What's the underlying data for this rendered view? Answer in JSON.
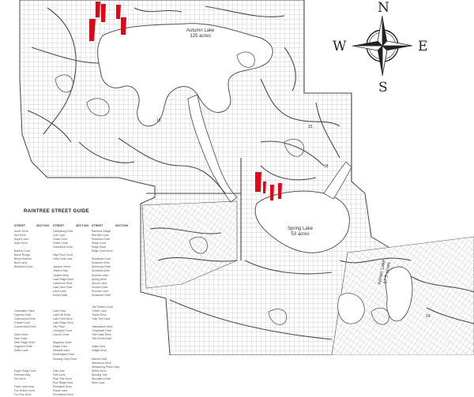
{
  "compass": {
    "north": "N",
    "south": "S",
    "east": "E",
    "west": "W"
  },
  "lakes": {
    "autumn": {
      "name": "Autumn Lake",
      "area": "125 acres"
    },
    "spring": {
      "name": "Spring Lake",
      "area": "53 acres"
    },
    "winter": {
      "name": "Winter Lake",
      "area": "17.5 acres"
    }
  },
  "section_numbers": [
    "15",
    "16",
    "18",
    "24"
  ],
  "street_guide": {
    "title": "RAINTREE STREET GUIDE",
    "column_headers": [
      "STREET",
      "SECTION",
      "STREET",
      "SECTION",
      "STREET",
      "SECTION"
    ],
    "columns": [
      [
        "Acorn Drive",
        "Ash Drive",
        "Aspen Lane",
        "Aster Drive",
        "",
        "Bakers Court",
        "Baton Rouge",
        "Beech Avenue",
        "Birch Lane",
        "Blackbird Court",
        "",
        "",
        "",
        "",
        "",
        "",
        "",
        "",
        "",
        "",
        "Clearwater Place",
        "Cypress Drive",
        "Cottonwood Drive",
        "Crystal Court",
        "Cumberland Drive",
        "",
        "Dawn Drive",
        "Deer Road",
        "Deer Ridge Drive",
        "Dogwood Drive",
        "Duffer Lane",
        "",
        "",
        "",
        "",
        "Eagle Ridge Drive",
        "Emerald Way",
        "Elm Drive",
        "",
        "Field Crest Drive",
        "Fox Hollow Court",
        "Fox Run Drive"
      ],
      [
        "",
        "",
        "",
        "",
        "",
        "",
        "",
        "",
        "",
        "",
        "",
        "",
        "",
        "",
        "",
        "",
        "",
        "",
        "",
        "",
        "",
        "",
        "",
        "",
        "",
        "",
        "",
        "",
        "",
        "",
        "",
        "",
        "",
        "",
        "",
        "",
        "",
        "",
        "",
        "",
        "",
        ""
      ],
      [
        "Gettysburg Drive",
        "Golf Court",
        "Grass Court",
        "Green Circle",
        "Greenbriar Drive",
        "",
        "High Point Court",
        "Holly Knoll Lane",
        "",
        "Jackson Street",
        "Jesse's Way",
        "Juniper Drive",
        "Lake Ridge Drive",
        "Lakeshore Drive",
        "Lake View Drive",
        "Larch Lane",
        "Kelsy's Way",
        "",
        "",
        "",
        "Lake Drive",
        "Lake Hill Road",
        "Lake Point Drive",
        "Lake Ridge Drive",
        "Lilly Place",
        "Lexington Court",
        "Lincoln Circle",
        "",
        "Magnolia Circle",
        "Maple Drive",
        "Meadow Lane",
        "Mockingbird Drive",
        "Morning Glory Drive",
        "",
        "",
        "Oak Lane",
        "Park Lane",
        "Pear Tree Drive",
        "Pine Ridge Drive",
        "Plantation Drive",
        "Poplar Lane",
        "Providence Drive"
      ],
      [
        "",
        "",
        "",
        "",
        "",
        "",
        "",
        "",
        "",
        "",
        "",
        "",
        "",
        "",
        "",
        "",
        "",
        "",
        "",
        "",
        "",
        "",
        "",
        "",
        "",
        "",
        "",
        "",
        "",
        "",
        "",
        "",
        "",
        "",
        "",
        "",
        "",
        "",
        "",
        "",
        "",
        ""
      ],
      [
        "Rainbow Village",
        "Red Bud Lane",
        "Redwood Drive",
        "Ridge Court",
        "Ridge Road",
        "Ridge Crest Drive",
        "",
        "Sassafras Court",
        "Shawnee Drive",
        "Sherwood Drive",
        "Snowbird Drive",
        "Sparrow Lane",
        "Spring Drive",
        "Spruce Lane",
        "Sunrise Drive",
        "Summit Court",
        "Sycamore Drive",
        "",
        "",
        "Tall Timbers Court",
        "Timber Lane",
        "Towne Drive",
        "Tulip Tree Lane",
        "",
        "Tallahassee Drive",
        "Tomahawk Drive",
        "Twin Oaks Drive",
        "Twin Pines Drive",
        "",
        "Valley View",
        "Village Drive",
        "",
        "Walnut Drive",
        "Westwood Drive",
        "Whispering Pines Drive",
        "Willow Drive",
        "Winding Trail",
        "Woodland Drive",
        "Wren Lane",
        "",
        "",
        ""
      ],
      [
        "",
        "",
        "",
        "",
        "",
        "",
        "",
        "",
        "",
        "",
        "",
        "",
        "",
        "",
        "",
        "",
        "",
        "",
        "",
        "",
        "",
        "",
        "",
        "",
        "",
        "",
        "",
        "",
        "",
        "",
        "",
        "",
        "",
        "",
        "",
        "",
        "",
        "",
        "",
        "",
        "",
        ""
      ]
    ]
  },
  "colors": {
    "background": "#ffffff",
    "road": "#555555",
    "lake_fill": "#ffffff",
    "marker": "#e30613",
    "text": "#222222"
  },
  "marker_count": 9
}
